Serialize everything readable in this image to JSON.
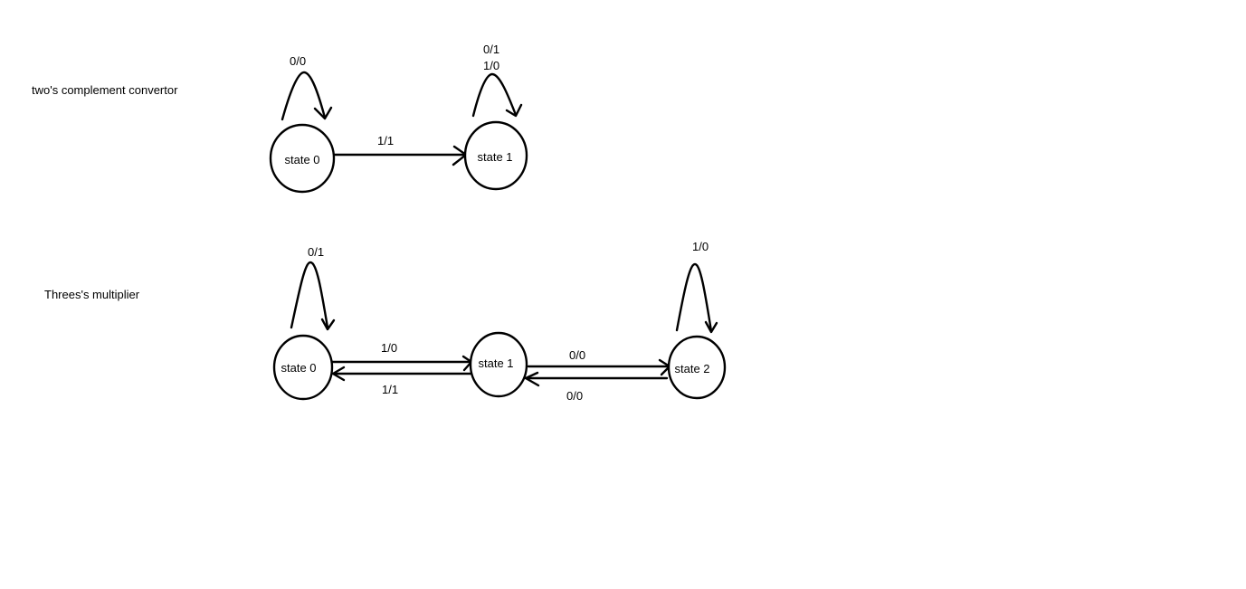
{
  "diagrams": [
    {
      "title": "two's complement convertor",
      "states": [
        {
          "id": "s0",
          "label": "state 0"
        },
        {
          "id": "s1",
          "label": "state 1"
        }
      ],
      "transitions": [
        {
          "from": "s0",
          "to": "s0",
          "label": "0/0"
        },
        {
          "from": "s1",
          "to": "s1",
          "label": "0/1\n1/0"
        },
        {
          "from": "s0",
          "to": "s1",
          "label": "1/1"
        }
      ]
    },
    {
      "title": "Threes's multiplier",
      "states": [
        {
          "id": "s0",
          "label": "state 0"
        },
        {
          "id": "s1",
          "label": "state 1"
        },
        {
          "id": "s2",
          "label": "state 2"
        }
      ],
      "transitions": [
        {
          "from": "s0",
          "to": "s0",
          "label": "0/1"
        },
        {
          "from": "s2",
          "to": "s2",
          "label": "1/0"
        },
        {
          "from": "s0",
          "to": "s1",
          "label": "1/0"
        },
        {
          "from": "s1",
          "to": "s0",
          "label": "1/1"
        },
        {
          "from": "s1",
          "to": "s2",
          "label": "0/0"
        },
        {
          "from": "s2",
          "to": "s1",
          "label": "0/0"
        }
      ]
    }
  ],
  "colors": {
    "stroke": "#000000",
    "background": "#ffffff"
  }
}
